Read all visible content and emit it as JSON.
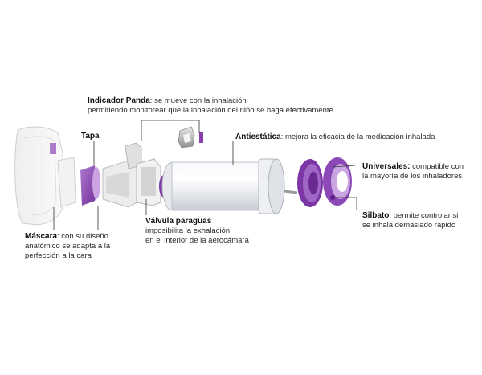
{
  "colors": {
    "purple": "#8a3fb0",
    "purple_light": "#b98ad6",
    "purple_dark": "#5e1f86",
    "leader": "#333333",
    "clear_plastic": "#e4e6ea"
  },
  "labels": {
    "panda": {
      "title": "Indicador Panda",
      "line1": ": se mueve con la inhalación",
      "line2": "permitiendo monitorear que la inhalación del niño se haga efectivamente"
    },
    "tapa": {
      "title": "Tapa"
    },
    "antiestatica": {
      "title": "Antiestática",
      "line1": ": mejora la eficacia de la medicación inhalada"
    },
    "universales": {
      "title": "Universales:",
      "line1": " compatible con",
      "line2": "la mayoría de los inhaladores"
    },
    "silbato": {
      "title": "Silbato",
      "line1": ": permite controlar si",
      "line2": "se inhala demasiado rápido"
    },
    "mascara": {
      "title": "Máscara",
      "line1": ": con su diseño",
      "line2": "anatómico se adapta a la",
      "line3": "perfección a la cara"
    },
    "valvula": {
      "title": "Válvula paraguas",
      "line1": "imposibilita la exhalación",
      "line2": "en el interior de la aerocámara"
    }
  }
}
